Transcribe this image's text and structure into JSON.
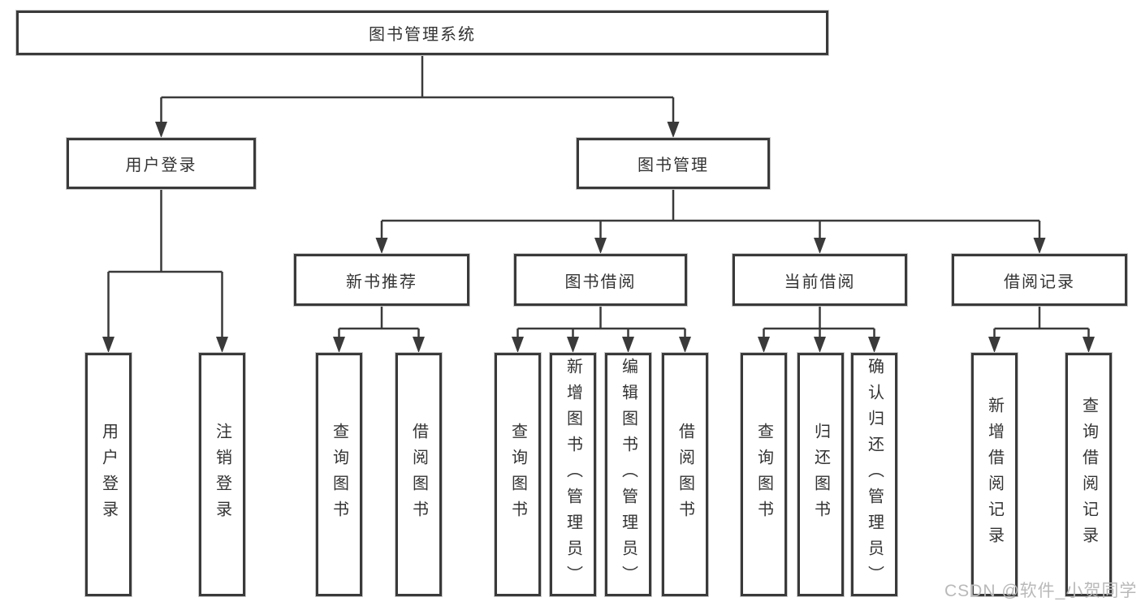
{
  "tree": {
    "label": "图书管理系统",
    "children": [
      {
        "label": "用户登录",
        "children": [
          {
            "label": "用户登录"
          },
          {
            "label": "注销登录"
          }
        ]
      },
      {
        "label": "图书管理",
        "children": [
          {
            "label": "新书推荐",
            "children": [
              {
                "label": "查询图书"
              },
              {
                "label": "借阅图书"
              }
            ]
          },
          {
            "label": "图书借阅",
            "children": [
              {
                "label": "查询图书"
              },
              {
                "label": "新增图书（管理员）"
              },
              {
                "label": "编辑图书（管理员）"
              },
              {
                "label": "借阅图书"
              }
            ]
          },
          {
            "label": "当前借阅",
            "children": [
              {
                "label": "查询图书"
              },
              {
                "label": "归还图书"
              },
              {
                "label": "确认归还（管理员）"
              }
            ]
          },
          {
            "label": "借阅记录",
            "children": [
              {
                "label": "新增借阅记录"
              },
              {
                "label": "查询借阅记录"
              }
            ]
          }
        ]
      }
    ]
  },
  "watermark": {
    "text": "CSDN @软件_小贺同学"
  },
  "colors": {
    "line": "#3a3a3a",
    "box_border": "#3a3a3a",
    "text": "#333333",
    "watermark": "#b9b9b9",
    "background": "#ffffff"
  }
}
